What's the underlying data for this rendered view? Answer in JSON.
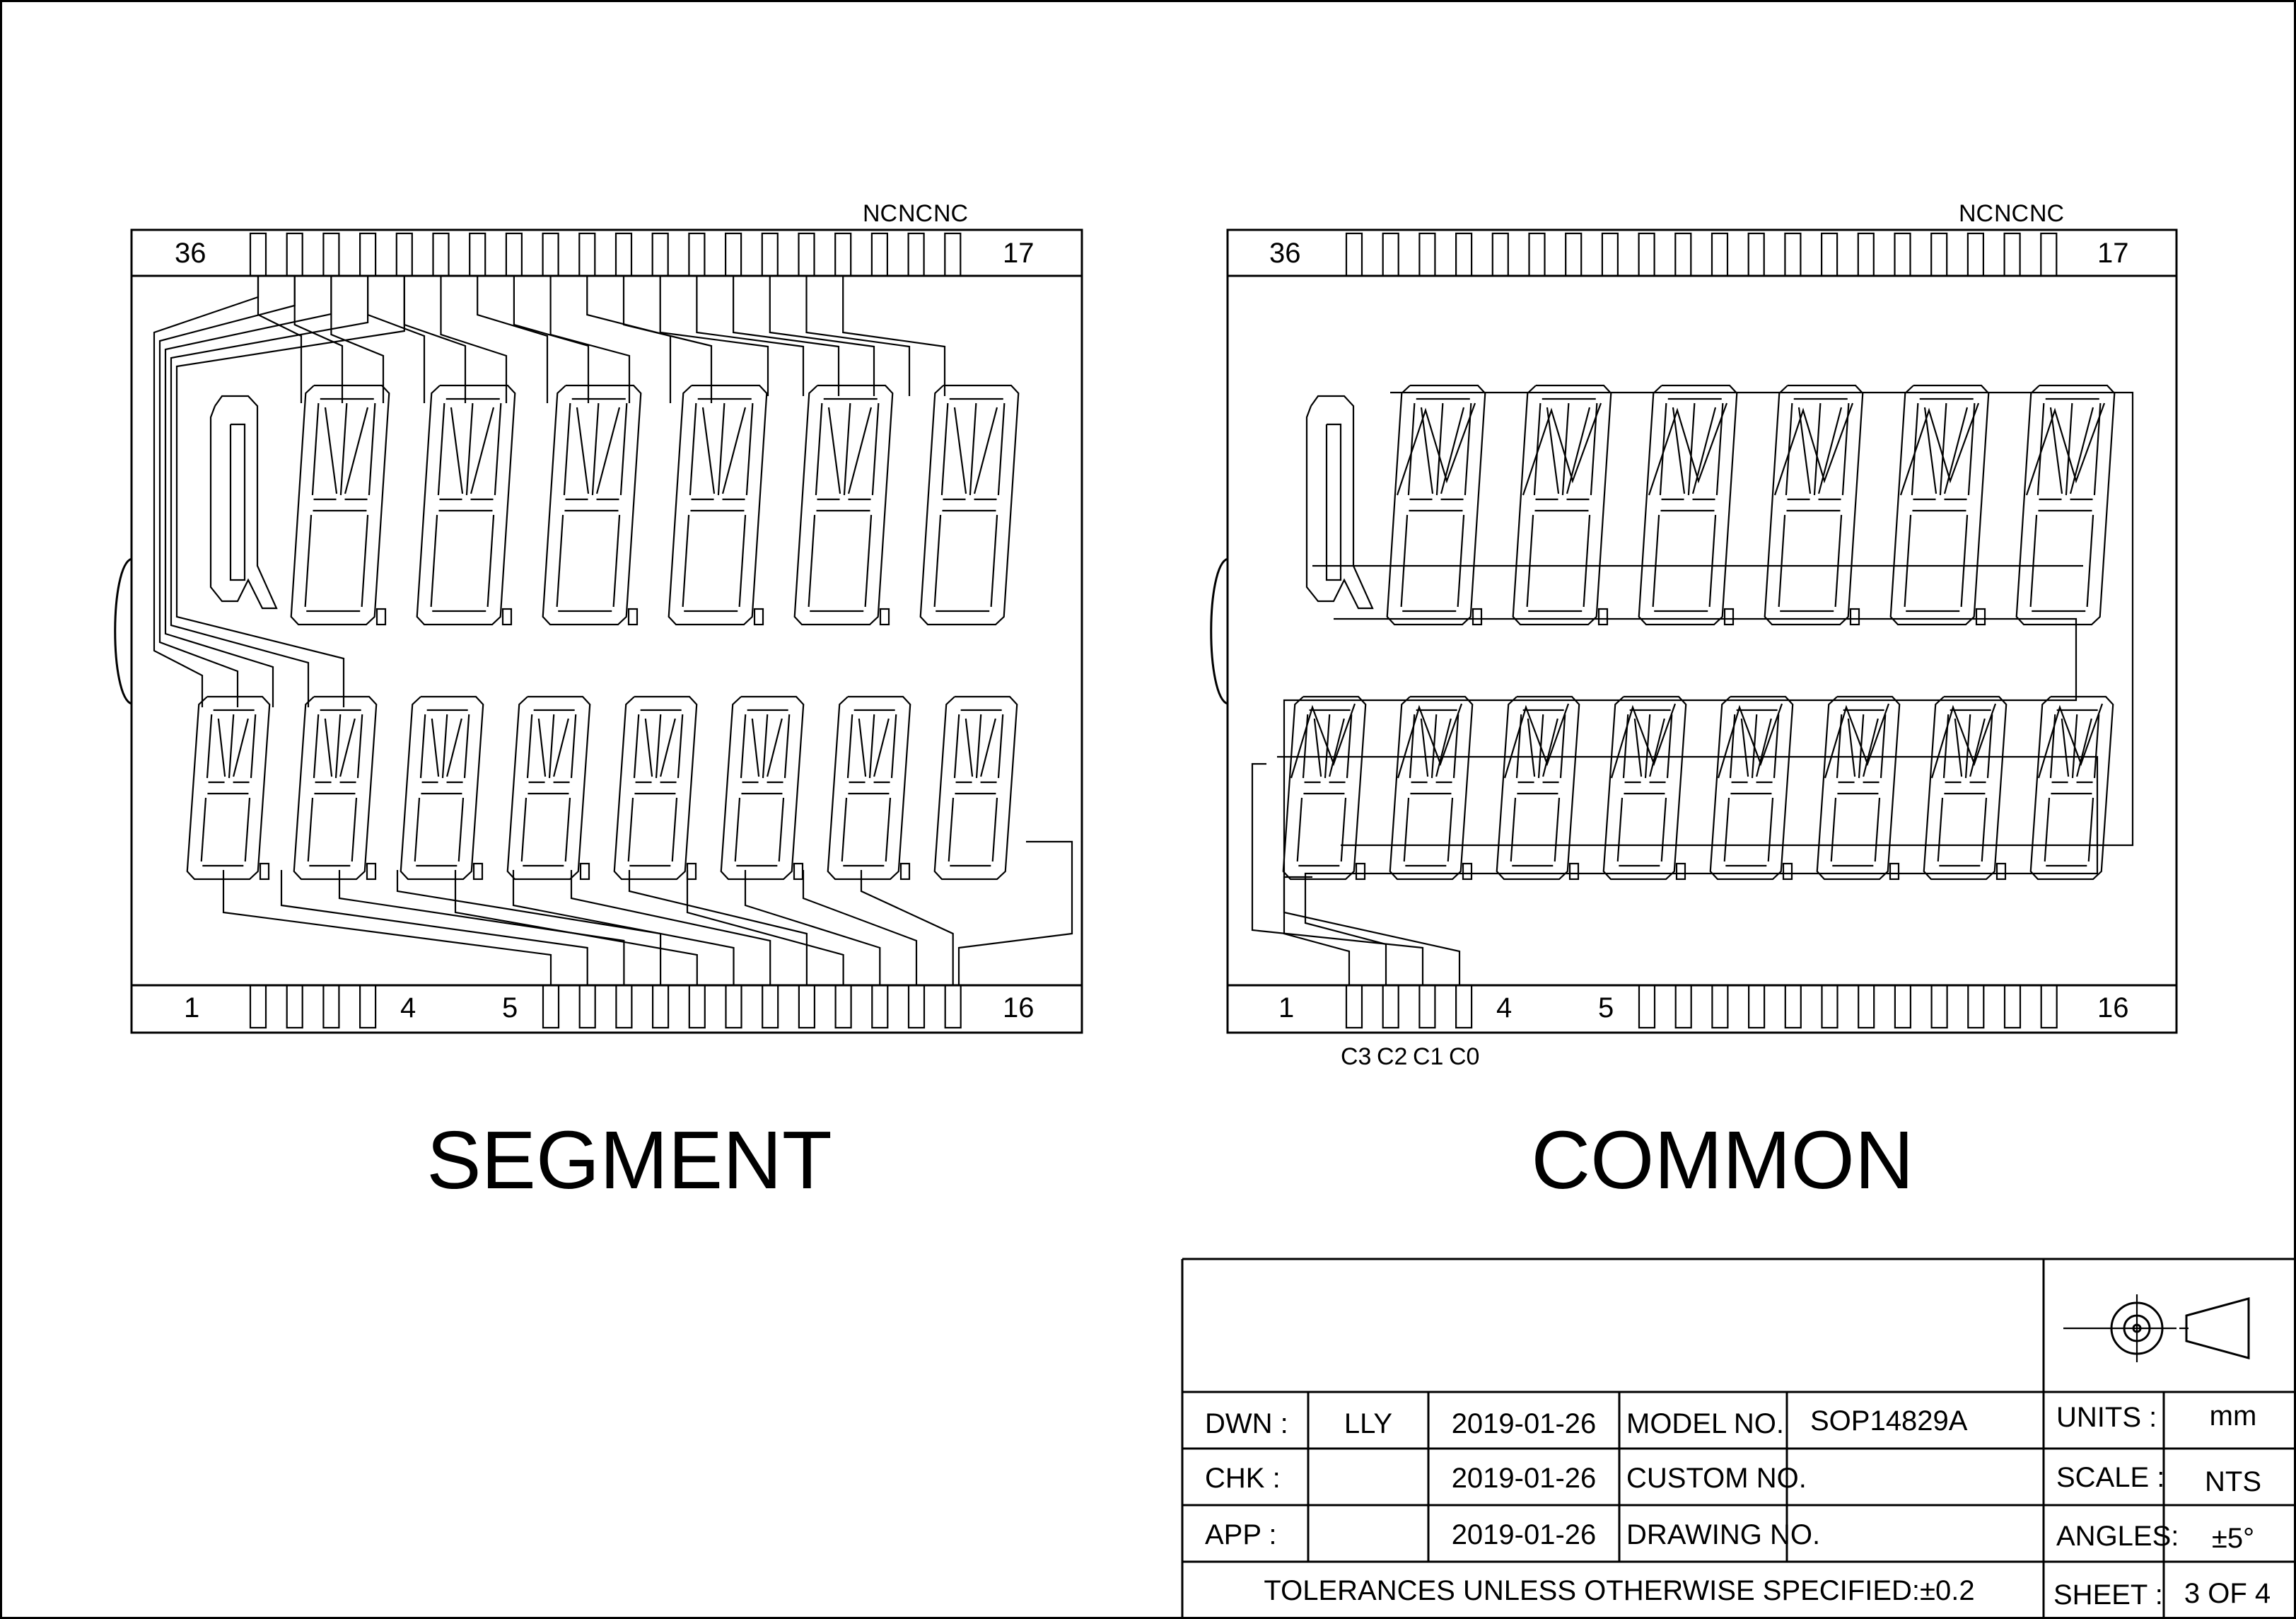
{
  "panels": [
    {
      "id": "segment",
      "caption": "SEGMENT",
      "top_pin_labels": {
        "left": "36",
        "right": "17"
      },
      "bottom_pin_labels": {
        "left": "1",
        "mid_a": "4",
        "mid_b": "5",
        "right": "16"
      },
      "nc_labels": [
        "NC",
        "NC",
        "NC"
      ]
    },
    {
      "id": "common",
      "caption": "COMMON",
      "top_pin_labels": {
        "left": "36",
        "right": "17"
      },
      "bottom_pin_labels": {
        "left": "1",
        "mid_a": "4",
        "mid_b": "5",
        "right": "16"
      },
      "nc_labels": [
        "NC",
        "NC",
        "NC"
      ],
      "common_labels": [
        "C3",
        "C2",
        "C1",
        "C0"
      ]
    }
  ],
  "title_block": {
    "rows": [
      {
        "label": "DWN :",
        "name": "LLY",
        "date": "2019-01-26",
        "field": "MODEL NO.",
        "value": "SOP14829A"
      },
      {
        "label": "CHK :",
        "name": "",
        "date": "2019-01-26",
        "field": "CUSTOM NO.",
        "value": ""
      },
      {
        "label": "APP :",
        "name": "",
        "date": "2019-01-26",
        "field": "DRAWING NO.",
        "value": ""
      }
    ],
    "tolerance": "TOLERANCES UNLESS OTHERWISE SPECIFIED:±0.2",
    "units_label": "UNITS :",
    "units_value": "mm",
    "scale_label": "SCALE :",
    "scale_value": "NTS",
    "angles_label": "ANGLES:",
    "angles_value": "±5°",
    "sheet_label": "SHEET :",
    "sheet_value": "3 OF 4",
    "projection_symbol": "first-angle-projection-icon"
  }
}
